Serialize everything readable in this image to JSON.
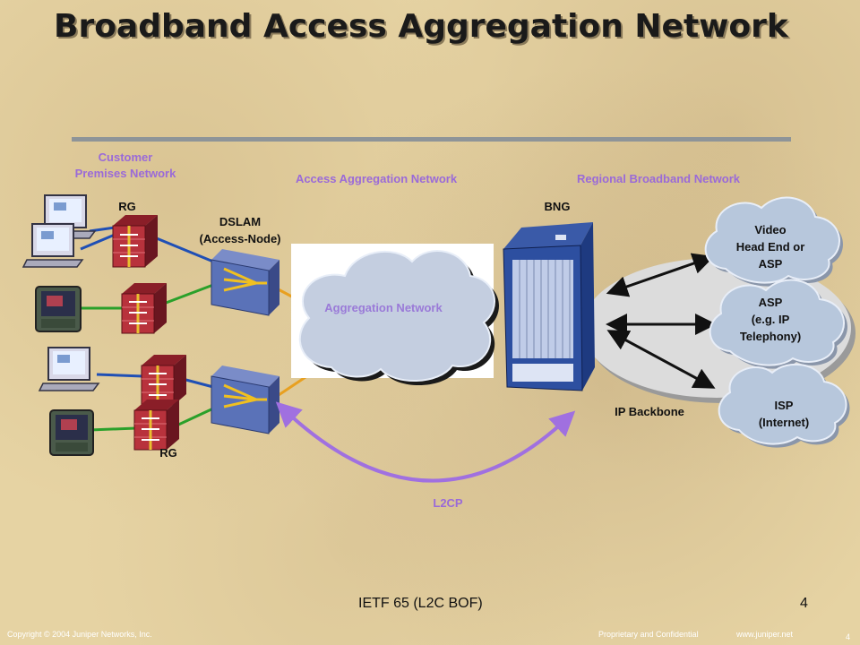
{
  "title": "Broadband Access Aggregation Network",
  "sections": {
    "customer_premises": "Customer\nPremises Network",
    "access_aggregation": "Access Aggregation Network",
    "regional_broadband": "Regional Broadband Network"
  },
  "labels": {
    "rg_top": "RG",
    "rg_bottom": "RG",
    "dslam": "DSLAM\n(Access-Node)",
    "aggregation_network": "Aggregation Network",
    "bng": "BNG",
    "ip_backbone": "IP Backbone",
    "l2cp": "L2CP"
  },
  "clouds": {
    "video": "Video\nHead End or\nASP",
    "asp": "ASP\n(e.g. IP\nTelephony)",
    "isp": "ISP\n(Internet)"
  },
  "footer": {
    "center": "IETF 65 (L2C BOF)",
    "page": "4",
    "copyright": "Copyright © 2004 Juniper Networks, Inc.",
    "proprietary": "Proprietary and Confidential",
    "url": "www.juniper.net",
    "small_page": "4"
  },
  "colors": {
    "background": "#e6d3a3",
    "section_label": "#9a6ad8",
    "firewall": "#b8323c",
    "dslam": "#5a72b8",
    "cloud": "#b7c7dc",
    "link_blue": "#1f4fb5",
    "link_green": "#2aa02a",
    "link_orange": "#e8a020",
    "l2cp_arc": "#a070e0"
  }
}
